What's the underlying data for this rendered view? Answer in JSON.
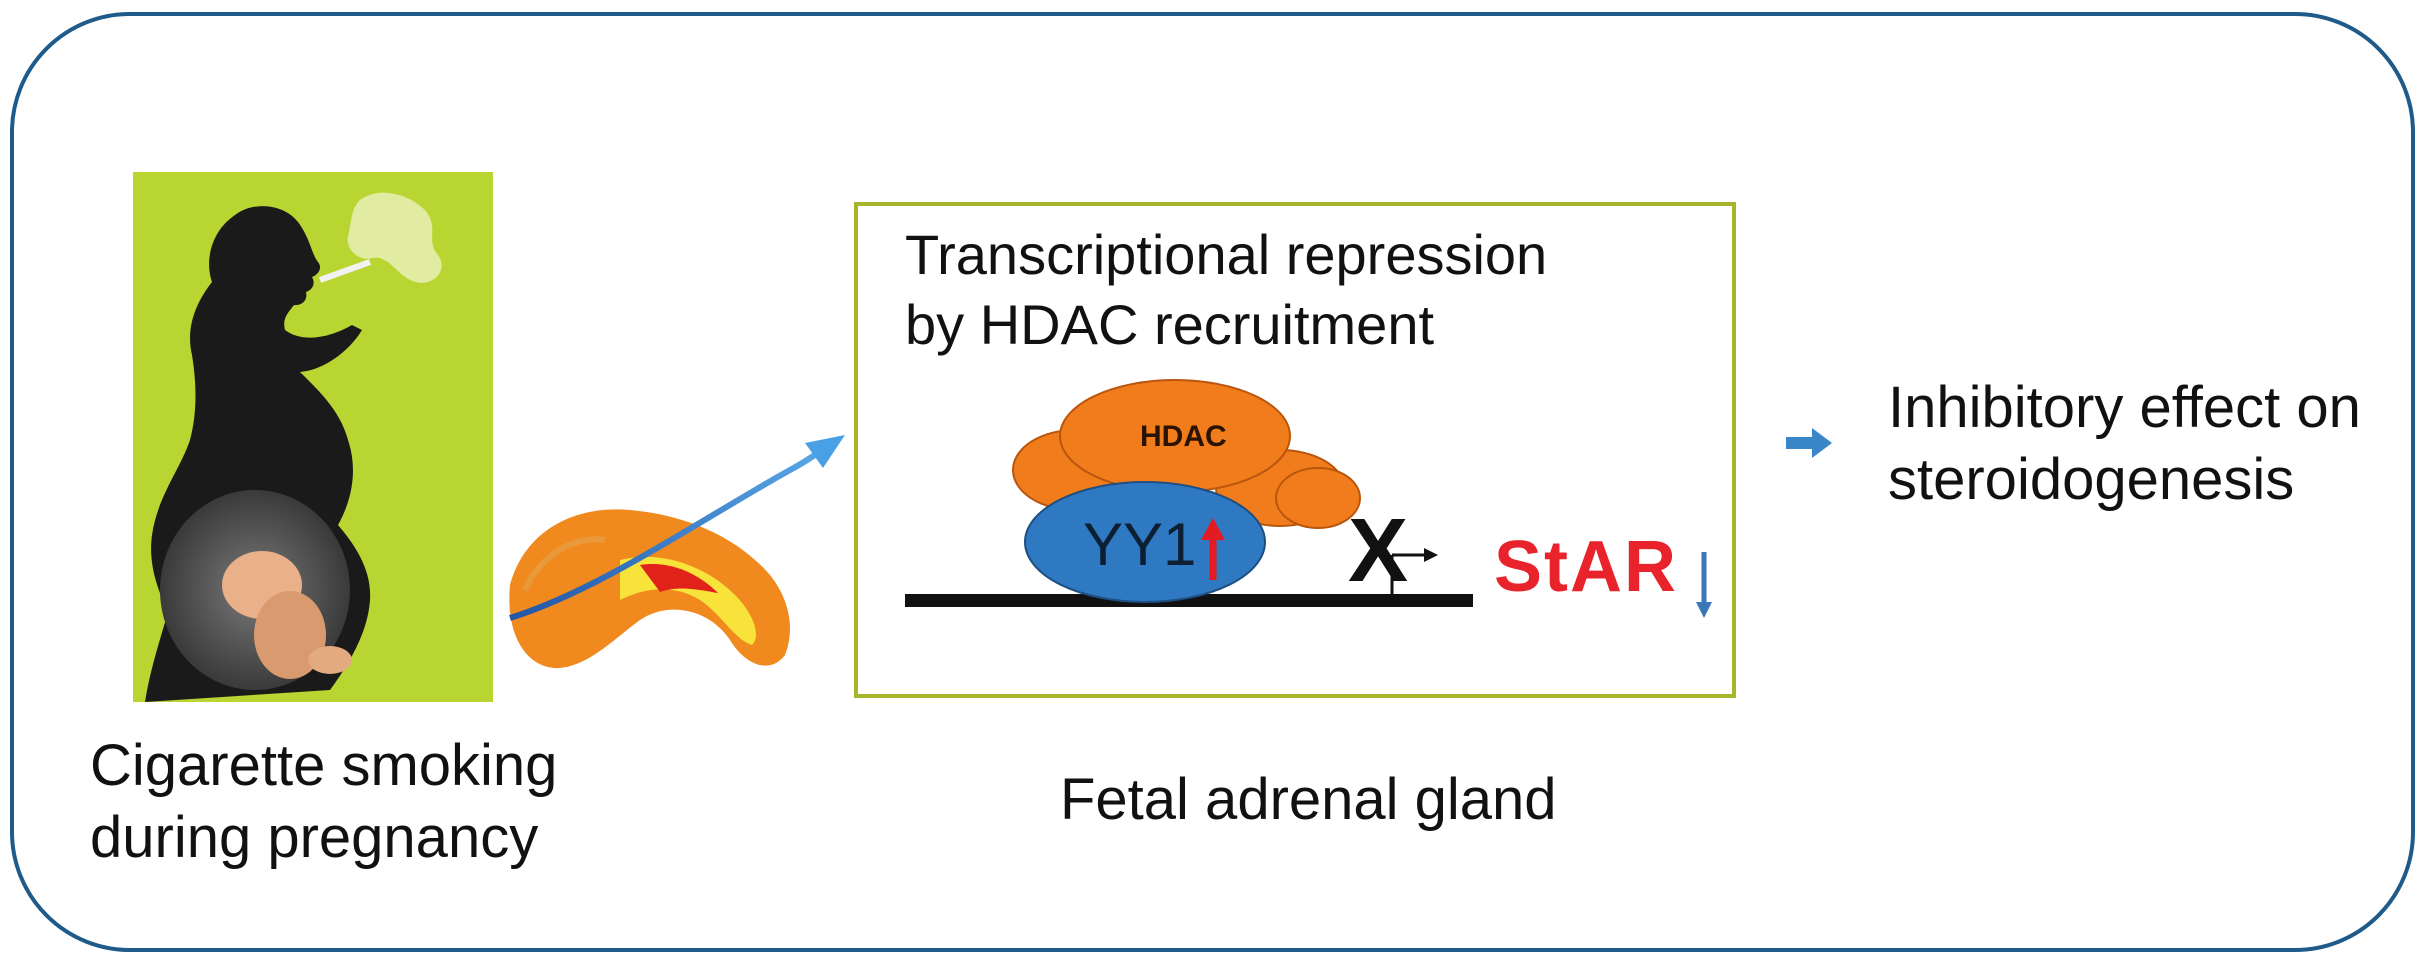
{
  "box_title_line1": "Transcriptional repression",
  "box_title_line2": "by HDAC recruitment",
  "hdac_label": "HDAC",
  "yy1_label": "YY1",
  "star_label": "StAR",
  "block_mark": "X",
  "smoking_line1": "Cigarette smoking",
  "smoking_line2": "during pregnancy",
  "fetal_label": "Fetal adrenal gland",
  "effect_line1": "Inhibitory effect on",
  "effect_line2": "steroidogenesis",
  "colors": {
    "frame": "#1f5b8a",
    "panel_bg": "#b9d531",
    "box_border": "#a7b52a",
    "hdac": "#f07c1b",
    "yy1": "#2f79c2",
    "star": "#e8232b",
    "arrow_blue": "#3a86c8",
    "up_arrow": "#e31b23",
    "down_arrow": "#3a76b8"
  }
}
